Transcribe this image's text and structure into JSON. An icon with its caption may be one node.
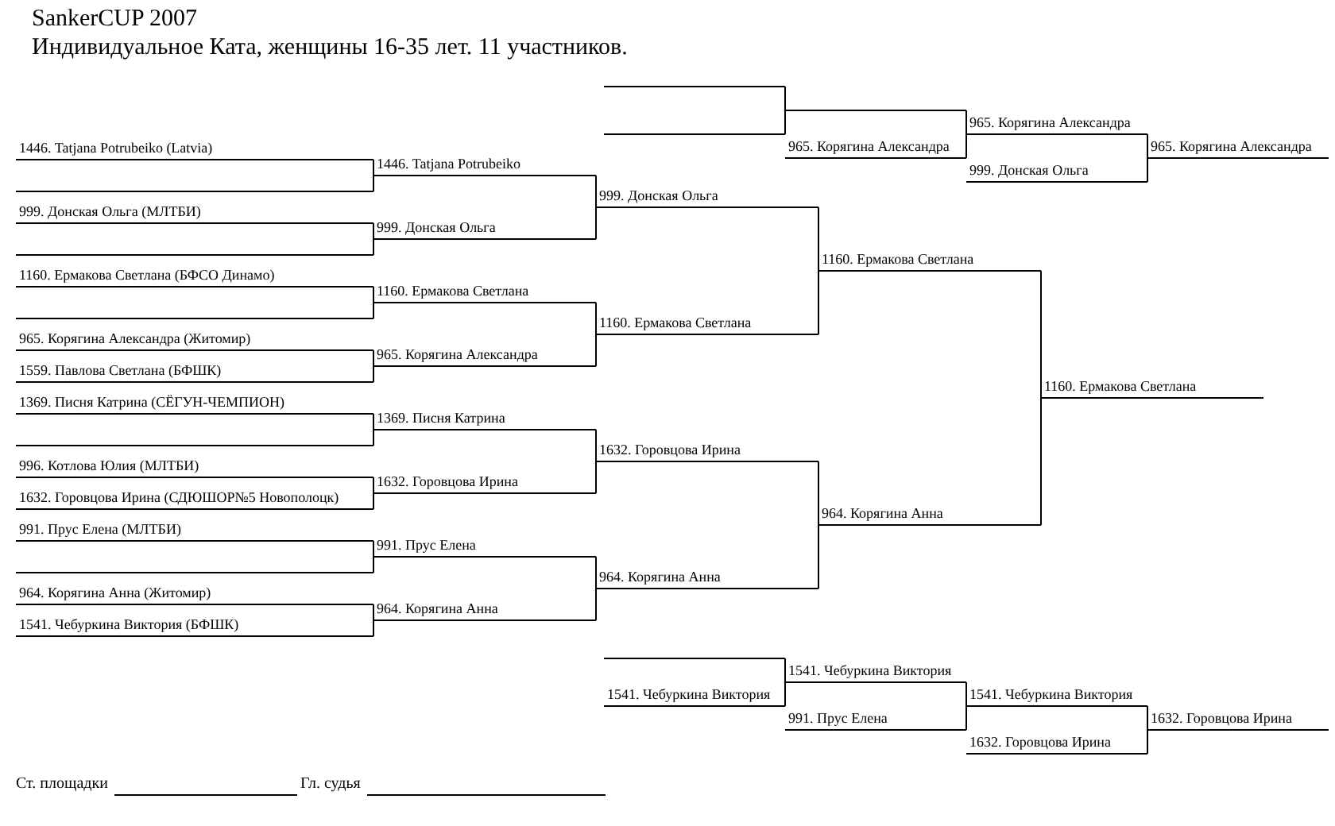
{
  "diagram": {
    "title": "SankerCUP 2007",
    "nodes": [
      {
        "text": [],
        "shape": "line"
      },
      {
        "text": [],
        "shape": "line"
      },
      {
        "text": [],
        "shape": "line"
      },
      {
        "text": [
          "965. Корягина Александра"
        ]
      },
      {
        "text": [
          "965. Корягина Александра"
        ]
      },
      {
        "text": [
          "999. Донская Ольга"
        ]
      },
      {
        "text": [
          "965. Корягина Александра"
        ]
      },
      {
        "text": [
          "1446. Tatjana Potrubeiko (Latvia)"
        ]
      },
      {
        "text": [],
        "shape": "line"
      },
      {
        "text": [
          "999. Донская Ольга (МЛТБИ)"
        ]
      },
      {
        "text": [],
        "shape": "line"
      },
      {
        "text": [
          "1160. Ермакова Светлана (БФСО Динамо)"
        ]
      },
      {
        "text": [],
        "shape": "line"
      },
      {
        "text": [
          "965. Корягина Александра (Житомир)"
        ]
      },
      {
        "text": [
          "1559. Павлова Светлана (БФШК)"
        ]
      },
      {
        "text": [
          "1369. Писня Катрина (СЁГУН-ЧЕМПИОН)"
        ]
      },
      {
        "text": [],
        "shape": "line"
      },
      {
        "text": [
          "996. Котлова Юлия (МЛТБИ)"
        ]
      },
      {
        "text": [
          "1632. Горовцова Ирина (СДЮШОР№5 Новополоцк)"
        ]
      },
      {
        "text": [
          "991. Прус Елена (МЛТБИ)"
        ]
      },
      {
        "text": [],
        "shape": "line"
      },
      {
        "text": [
          "964. Корягина Анна (Житомир)"
        ]
      },
      {
        "text": [
          "1541. Чебуркина Виктория (БФШК)"
        ]
      },
      {
        "text": [
          "1446. Tatjana Potrubeiko"
        ]
      },
      {
        "text": [
          "999. Донская Ольга"
        ]
      },
      {
        "text": [
          "1160. Ермакова Светлана"
        ]
      },
      {
        "text": [
          "965. Корягина Александра"
        ]
      },
      {
        "text": [
          "1369. Писня Катрина"
        ]
      },
      {
        "text": [
          "1632. Горовцова Ирина"
        ]
      },
      {
        "text": [
          "991. Прус Елена"
        ]
      },
      {
        "text": [
          "964. Корягина Анна"
        ]
      },
      {
        "text": [
          "999. Донская Ольга"
        ]
      },
      {
        "text": [
          "1160. Ермакова Светлана"
        ]
      },
      {
        "text": [
          "1632. Горовцова Ирина"
        ]
      },
      {
        "text": [
          "964. Корягина Анна"
        ]
      },
      {
        "text": [
          "1160. Ермакова Светлана"
        ]
      },
      {
        "text": [
          "964. Корягина Анна"
        ]
      },
      {
        "text": [
          "1160. Ермакова Светлана"
        ]
      },
      {
        "text": [],
        "shape": "line"
      },
      {
        "text": [
          "1541. Чебуркина Виктория"
        ]
      },
      {
        "text": [
          "1541. Чебуркина Виктория"
        ]
      },
      {
        "text": [
          "991. Прус Елена"
        ]
      },
      {
        "text": [
          "1541. Чебуркина Виктория"
        ]
      },
      {
        "text": [
          "1632. Горовцова Ирина"
        ]
      },
      {
        "text": [
          "1632. Горовцова Ирина"
        ]
      }
    ],
    "edges": [
      {
        "from": 0,
        "to": 2,
        "arrow": "none"
      },
      {
        "from": 1,
        "to": 2,
        "arrow": "none"
      },
      {
        "from": 2,
        "to": 4,
        "arrow": "none"
      },
      {
        "from": 3,
        "to": 4,
        "arrow": "none"
      },
      {
        "from": 4,
        "to": 6,
        "arrow": "none"
      },
      {
        "from": 5,
        "to": 6,
        "arrow": "none"
      },
      {
        "from": 7,
        "to": 23,
        "arrow": "none"
      },
      {
        "from": 8,
        "to": 23,
        "arrow": "none"
      },
      {
        "from": 9,
        "to": 24,
        "arrow": "none"
      },
      {
        "from": 10,
        "to": 24,
        "arrow": "none"
      },
      {
        "from": 11,
        "to": 25,
        "arrow": "none"
      },
      {
        "from": 12,
        "to": 25,
        "arrow": "none"
      },
      {
        "from": 13,
        "to": 26,
        "arrow": "none"
      },
      {
        "from": 14,
        "to": 26,
        "arrow": "none"
      },
      {
        "from": 15,
        "to": 27,
        "arrow": "none"
      },
      {
        "from": 16,
        "to": 27,
        "arrow": "none"
      },
      {
        "from": 17,
        "to": 28,
        "arrow": "none"
      },
      {
        "from": 18,
        "to": 28,
        "arrow": "none"
      },
      {
        "from": 19,
        "to": 29,
        "arrow": "none"
      },
      {
        "from": 20,
        "to": 29,
        "arrow": "none"
      },
      {
        "from": 21,
        "to": 30,
        "arrow": "none"
      },
      {
        "from": 22,
        "to": 30,
        "arrow": "none"
      },
      {
        "from": 23,
        "to": 31,
        "arrow": "none"
      },
      {
        "from": 24,
        "to": 31,
        "arrow": "none"
      },
      {
        "from": 25,
        "to": 32,
        "arrow": "none"
      },
      {
        "from": 26,
        "to": 32,
        "arrow": "none"
      },
      {
        "from": 27,
        "to": 33,
        "arrow": "none"
      },
      {
        "from": 28,
        "to": 33,
        "arrow": "none"
      },
      {
        "from": 29,
        "to": 34,
        "arrow": "none"
      },
      {
        "from": 30,
        "to": 34,
        "arrow": "none"
      },
      {
        "from": 31,
        "to": 35,
        "arrow": "none"
      },
      {
        "from": 32,
        "to": 35,
        "arrow": "none"
      },
      {
        "from": 33,
        "to": 36,
        "arrow": "none"
      },
      {
        "from": 34,
        "to": 36,
        "arrow": "none"
      },
      {
        "from": 35,
        "to": 37,
        "arrow": "none"
      },
      {
        "from": 36,
        "to": 37,
        "arrow": "none"
      },
      {
        "from": 38,
        "to": 40,
        "arrow": "none"
      },
      {
        "from": 39,
        "to": 40,
        "arrow": "none"
      },
      {
        "from": 40,
        "to": 42,
        "arrow": "none"
      },
      {
        "from": 41,
        "to": 42,
        "arrow": "none"
      },
      {
        "from": 42,
        "to": 44,
        "arrow": "none"
      },
      {
        "from": 43,
        "to": 44,
        "arrow": "none"
      }
    ],
    "labels": [
      "Индивидуальное Ката, женщины 16-35 лет. 11 участников.",
      "Ст. площадки",
      "Гл. судья"
    ]
  }
}
